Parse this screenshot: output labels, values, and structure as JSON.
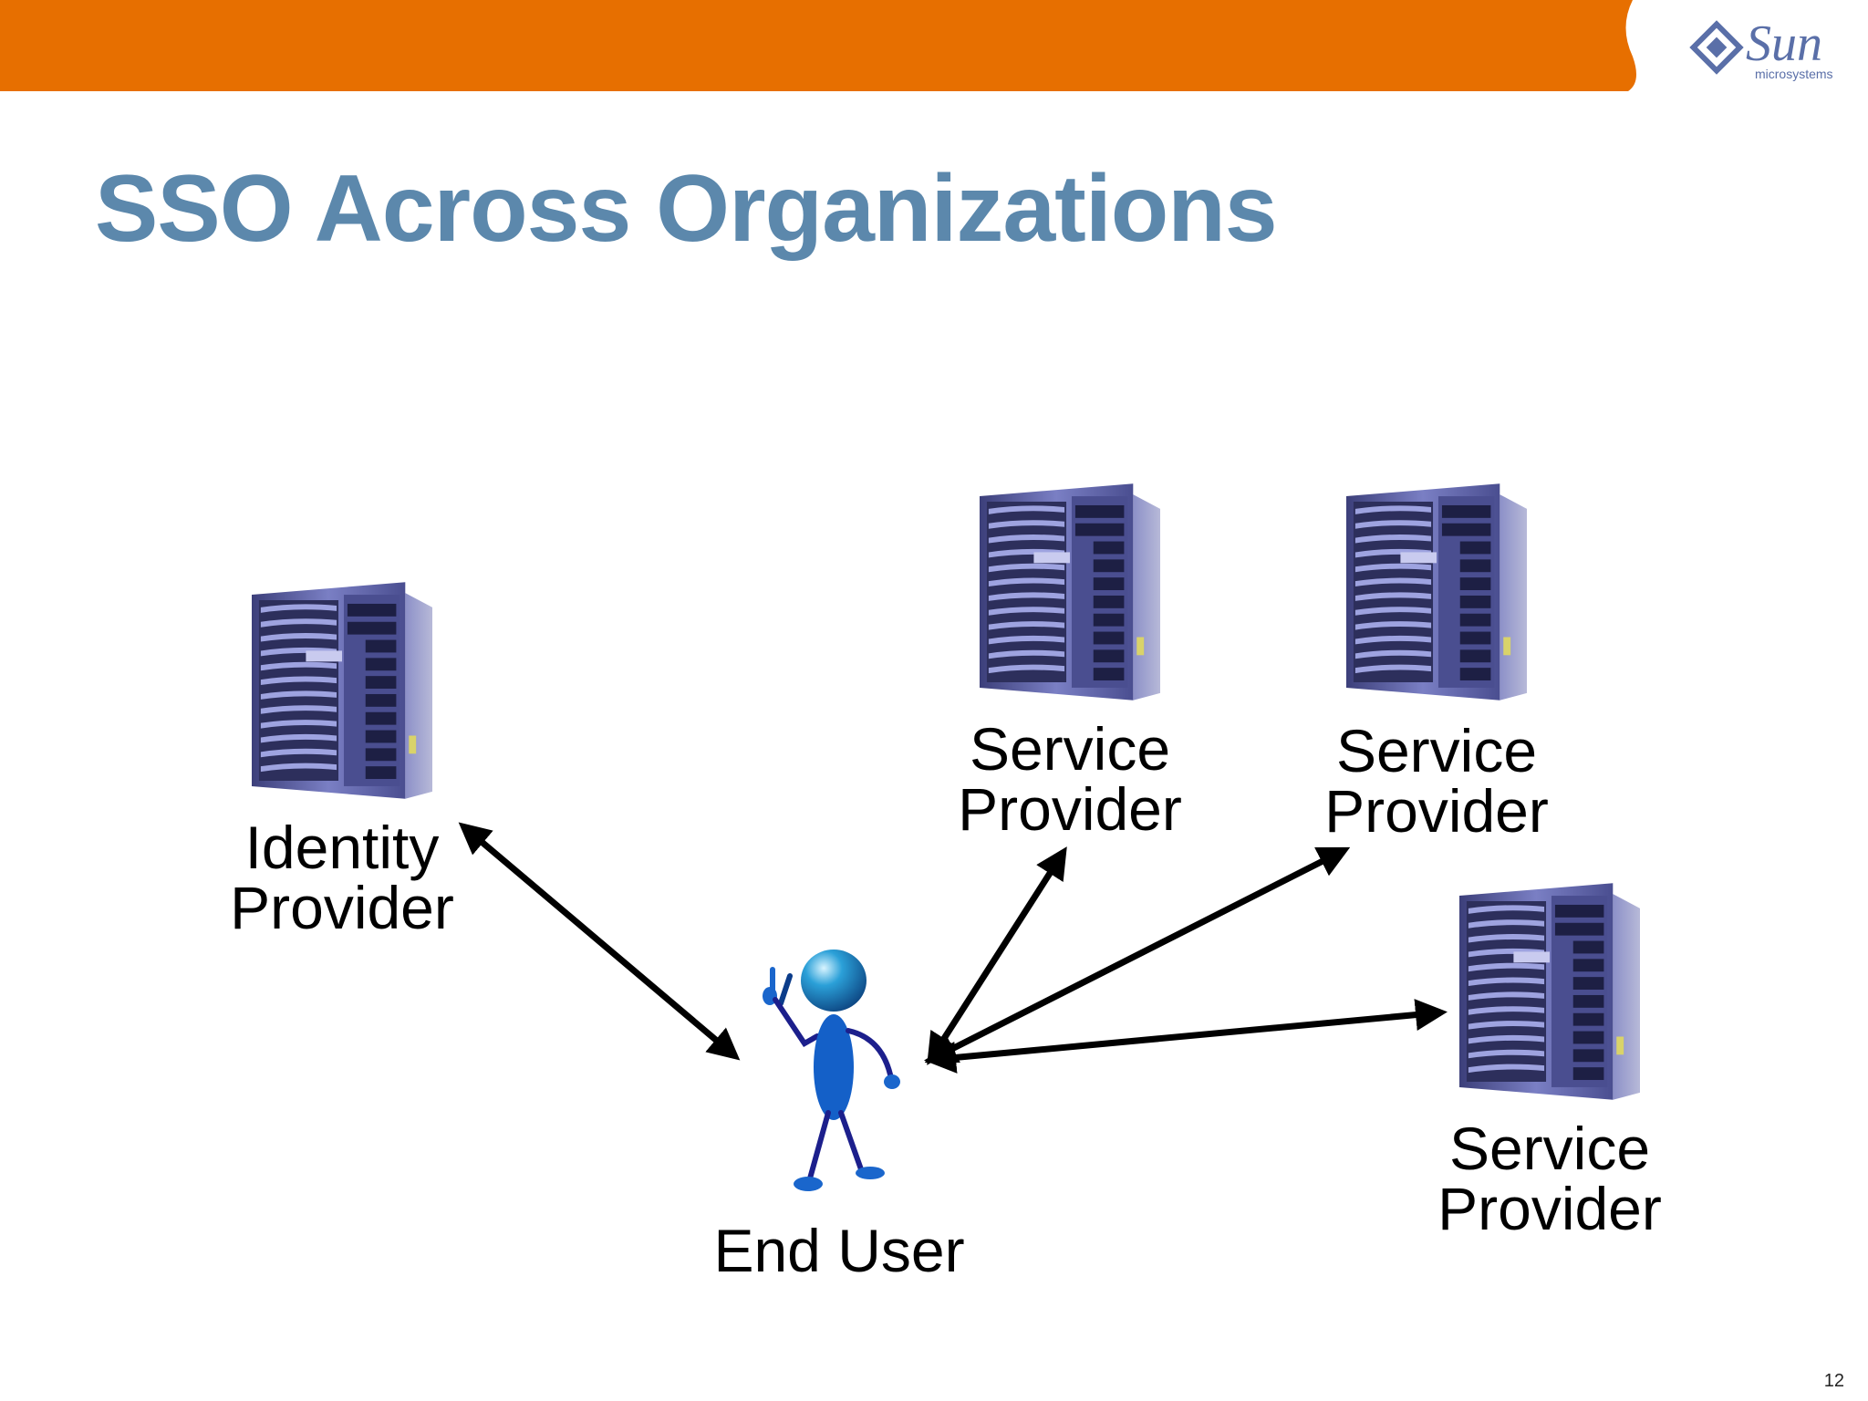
{
  "brand": {
    "name": "Sun",
    "tagline": "microsystems",
    "bar_color": "#E76F00",
    "logo_color": "#5A6FA8"
  },
  "slide": {
    "title": "SSO Across Organizations",
    "title_color": "#5C88AC",
    "page_number": "12"
  },
  "diagram": {
    "nodes": [
      {
        "id": "idp",
        "label": "Identity\nProvider",
        "icon": "server-icon"
      },
      {
        "id": "sp1",
        "label": "Service\nProvider",
        "icon": "server-icon"
      },
      {
        "id": "sp2",
        "label": "Service\nProvider",
        "icon": "server-icon"
      },
      {
        "id": "sp3",
        "label": "Service\nProvider",
        "icon": "server-icon"
      },
      {
        "id": "user",
        "label": "End User",
        "icon": "person-icon"
      }
    ],
    "edges": [
      {
        "from": "idp",
        "to": "user",
        "direction": "both"
      },
      {
        "from": "user",
        "to": "sp1",
        "direction": "both"
      },
      {
        "from": "user",
        "to": "sp2",
        "direction": "both"
      },
      {
        "from": "user",
        "to": "sp3",
        "direction": "both"
      }
    ]
  }
}
